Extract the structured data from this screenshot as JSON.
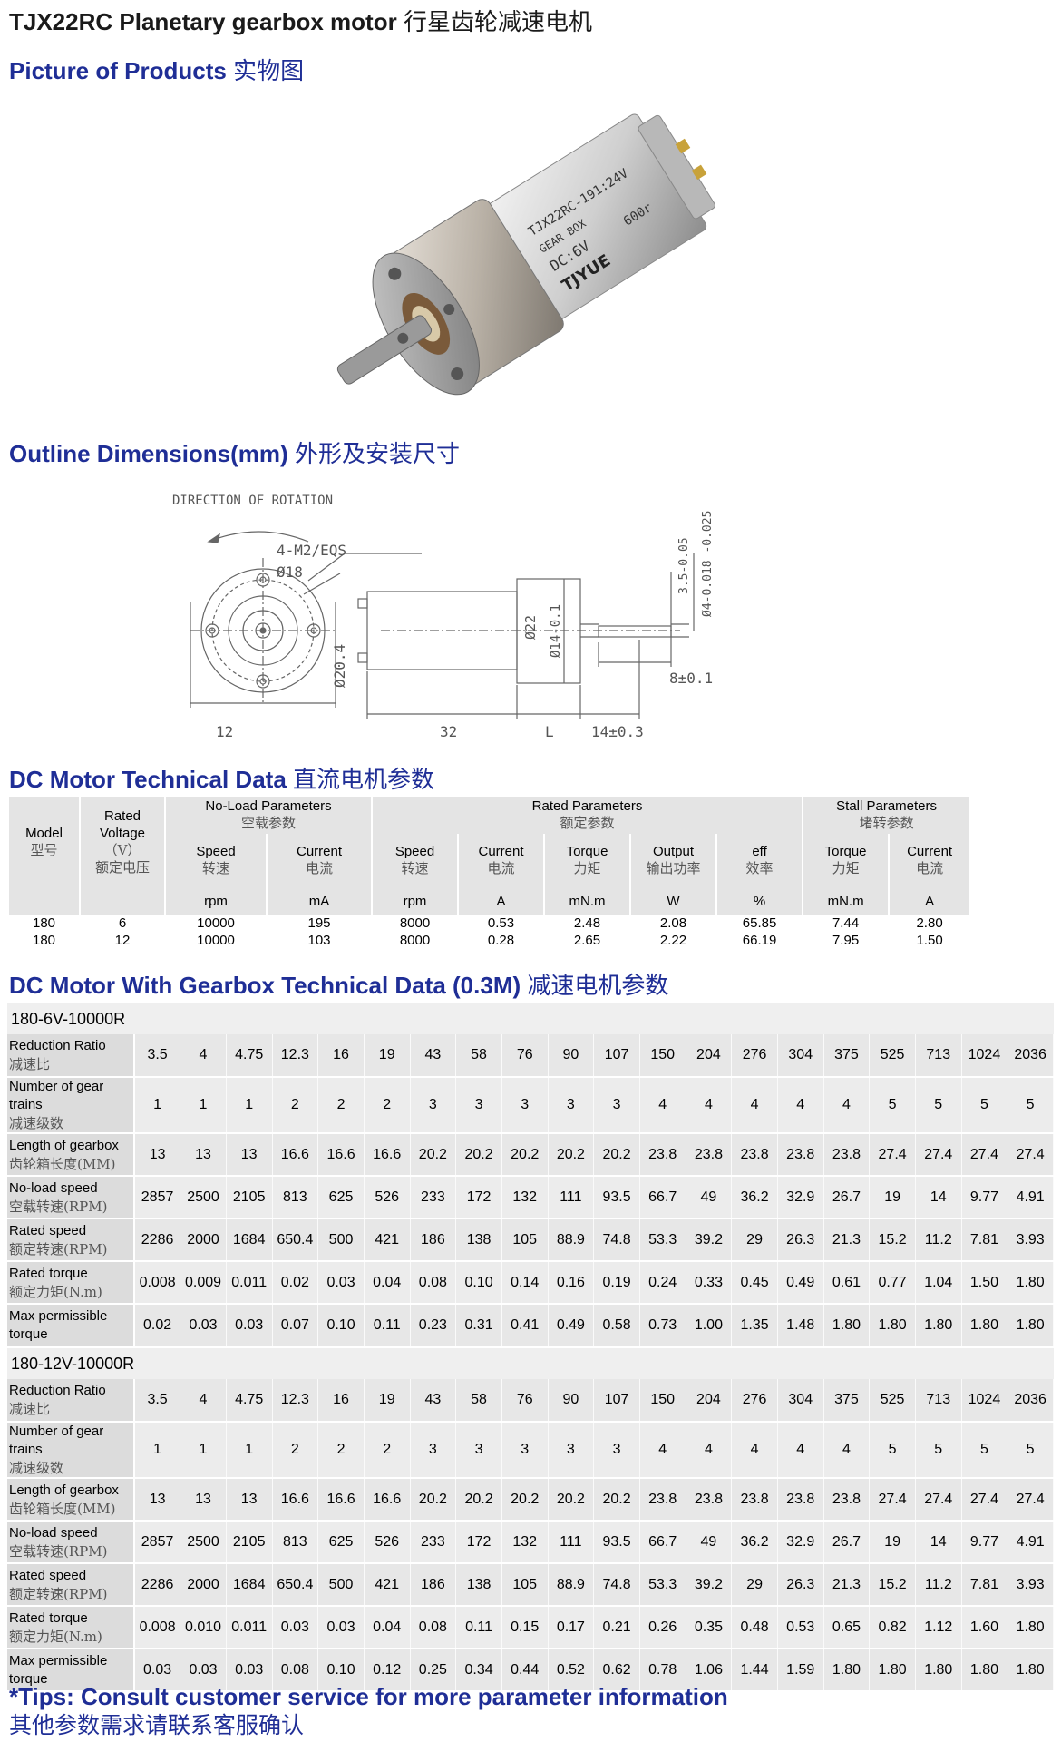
{
  "title": {
    "en": "TJX22RC Planetary gearbox motor",
    "cn": "行星齿轮减速电机"
  },
  "picture_heading": {
    "en": "Picture of Products",
    "cn": "实物图"
  },
  "product_label": {
    "brand": "TJYUE",
    "line1": "TJX22RC-191:24V",
    "line2": "GEAR BOX",
    "line3": "DC:6V",
    "line4": "600r"
  },
  "outline_heading": {
    "en": "Outline Dimensions(mm)",
    "cn": "外形及安装尺寸"
  },
  "drawing": {
    "rotation": "DIRECTION OF ROTATION",
    "holes": "4-M2/EQS",
    "d18": "Ø18",
    "d204": "Ø20.4",
    "d22": "Ø22",
    "d14": "Ø14-0.1",
    "d35": "3.5-0.05",
    "d4": "Ø4-0.018 -0.025",
    "l8": "8±0.1",
    "l12": "12",
    "l32": "32",
    "lL": "L",
    "l14": "14±0.3"
  },
  "dc_heading": {
    "en": "DC Motor Technical Data",
    "cn": "直流电机参数"
  },
  "dc_table": {
    "model": {
      "en": "Model",
      "cn": "型号"
    },
    "voltage": {
      "en1": "Rated",
      "en2": "Voltage",
      "unit": "（V）",
      "cn": "额定电压"
    },
    "noload": {
      "en": "No-Load Parameters",
      "cn": "空载参数"
    },
    "rated": {
      "en": "Rated Parameters",
      "cn": "额定参数"
    },
    "stall": {
      "en": "Stall Parameters",
      "cn": "堵转参数"
    },
    "cols": [
      {
        "en": "Speed",
        "cn": "转速",
        "unit": "rpm"
      },
      {
        "en": "Current",
        "cn": "电流",
        "unit": "mA"
      },
      {
        "en": "Speed",
        "cn": "转速",
        "unit": "rpm"
      },
      {
        "en": "Current",
        "cn": "电流",
        "unit": "A"
      },
      {
        "en": "Torque",
        "cn": "力矩",
        "unit": "mN.m"
      },
      {
        "en": "Output",
        "cn": "输出功率",
        "unit": "W"
      },
      {
        "en": "eff",
        "cn": "效率",
        "unit": "%"
      },
      {
        "en": "Torque",
        "cn": "力矩",
        "unit": "mN.m"
      },
      {
        "en": "Current",
        "cn": "电流",
        "unit": "A"
      }
    ],
    "rows": [
      [
        "180",
        "6",
        "10000",
        "195",
        "8000",
        "0.53",
        "2.48",
        "2.08",
        "65.85",
        "7.44",
        "2.80"
      ],
      [
        "180",
        "12",
        "10000",
        "103",
        "8000",
        "0.28",
        "2.65",
        "2.22",
        "66.19",
        "7.95",
        "1.50"
      ]
    ]
  },
  "gear_heading": {
    "en": "DC Motor With Gearbox Technical Data (0.3M)",
    "cn": "减速电机参数"
  },
  "gear_tables": [
    {
      "model": "180-6V-10000R",
      "rows": [
        {
          "en": "Reduction Ratio",
          "cn": "减速比",
          "values": [
            "3.5",
            "4",
            "4.75",
            "12.3",
            "16",
            "19",
            "43",
            "58",
            "76",
            "90",
            "107",
            "150",
            "204",
            "276",
            "304",
            "375",
            "525",
            "713",
            "1024",
            "2036"
          ]
        },
        {
          "en": "Number of gear trains",
          "cn": "减速级数",
          "values": [
            "1",
            "1",
            "1",
            "2",
            "2",
            "2",
            "3",
            "3",
            "3",
            "3",
            "3",
            "4",
            "4",
            "4",
            "4",
            "4",
            "5",
            "5",
            "5",
            "5"
          ]
        },
        {
          "en": "Length of gearbox",
          "cn": "齿轮箱长度(MM)",
          "values": [
            "13",
            "13",
            "13",
            "16.6",
            "16.6",
            "16.6",
            "20.2",
            "20.2",
            "20.2",
            "20.2",
            "20.2",
            "23.8",
            "23.8",
            "23.8",
            "23.8",
            "23.8",
            "27.4",
            "27.4",
            "27.4",
            "27.4"
          ]
        },
        {
          "en": "No-load speed",
          "cn": "空载转速(RPM)",
          "values": [
            "2857",
            "2500",
            "2105",
            "813",
            "625",
            "526",
            "233",
            "172",
            "132",
            "111",
            "93.5",
            "66.7",
            "49",
            "36.2",
            "32.9",
            "26.7",
            "19",
            "14",
            "9.77",
            "4.91"
          ]
        },
        {
          "en": "Rated speed",
          "cn": "额定转速(RPM)",
          "values": [
            "2286",
            "2000",
            "1684",
            "650.4",
            "500",
            "421",
            "186",
            "138",
            "105",
            "88.9",
            "74.8",
            "53.3",
            "39.2",
            "29",
            "26.3",
            "21.3",
            "15.2",
            "11.2",
            "7.81",
            "3.93"
          ]
        },
        {
          "en": "Rated torque",
          "cn": "额定力矩(N.m)",
          "values": [
            "0.008",
            "0.009",
            "0.011",
            "0.02",
            "0.03",
            "0.04",
            "0.08",
            "0.10",
            "0.14",
            "0.16",
            "0.19",
            "0.24",
            "0.33",
            "0.45",
            "0.49",
            "0.61",
            "0.77",
            "1.04",
            "1.50",
            "1.80"
          ]
        },
        {
          "en": "Max permissible",
          "cn": "torque",
          "values": [
            "0.02",
            "0.03",
            "0.03",
            "0.07",
            "0.10",
            "0.11",
            "0.23",
            "0.31",
            "0.41",
            "0.49",
            "0.58",
            "0.73",
            "1.00",
            "1.35",
            "1.48",
            "1.80",
            "1.80",
            "1.80",
            "1.80",
            "1.80"
          ]
        }
      ]
    },
    {
      "model": "180-12V-10000R",
      "rows": [
        {
          "en": "Reduction Ratio",
          "cn": "减速比",
          "values": [
            "3.5",
            "4",
            "4.75",
            "12.3",
            "16",
            "19",
            "43",
            "58",
            "76",
            "90",
            "107",
            "150",
            "204",
            "276",
            "304",
            "375",
            "525",
            "713",
            "1024",
            "2036"
          ]
        },
        {
          "en": "Number of gear trains",
          "cn": "减速级数",
          "values": [
            "1",
            "1",
            "1",
            "2",
            "2",
            "2",
            "3",
            "3",
            "3",
            "3",
            "3",
            "4",
            "4",
            "4",
            "4",
            "4",
            "5",
            "5",
            "5",
            "5"
          ]
        },
        {
          "en": "Length of gearbox",
          "cn": "齿轮箱长度(MM)",
          "values": [
            "13",
            "13",
            "13",
            "16.6",
            "16.6",
            "16.6",
            "20.2",
            "20.2",
            "20.2",
            "20.2",
            "20.2",
            "23.8",
            "23.8",
            "23.8",
            "23.8",
            "23.8",
            "27.4",
            "27.4",
            "27.4",
            "27.4"
          ]
        },
        {
          "en": "No-load speed",
          "cn": "空载转速(RPM)",
          "values": [
            "2857",
            "2500",
            "2105",
            "813",
            "625",
            "526",
            "233",
            "172",
            "132",
            "111",
            "93.5",
            "66.7",
            "49",
            "36.2",
            "32.9",
            "26.7",
            "19",
            "14",
            "9.77",
            "4.91"
          ]
        },
        {
          "en": "Rated speed",
          "cn": "额定转速(RPM)",
          "values": [
            "2286",
            "2000",
            "1684",
            "650.4",
            "500",
            "421",
            "186",
            "138",
            "105",
            "88.9",
            "74.8",
            "53.3",
            "39.2",
            "29",
            "26.3",
            "21.3",
            "15.2",
            "11.2",
            "7.81",
            "3.93"
          ]
        },
        {
          "en": "Rated torque",
          "cn": "额定力矩(N.m)",
          "values": [
            "0.008",
            "0.010",
            "0.011",
            "0.03",
            "0.03",
            "0.04",
            "0.08",
            "0.11",
            "0.15",
            "0.17",
            "0.21",
            "0.26",
            "0.35",
            "0.48",
            "0.53",
            "0.65",
            "0.82",
            "1.12",
            "1.60",
            "1.80"
          ]
        },
        {
          "en": "Max permissible",
          "cn": "torque",
          "values": [
            "0.03",
            "0.03",
            "0.03",
            "0.08",
            "0.10",
            "0.12",
            "0.25",
            "0.34",
            "0.44",
            "0.52",
            "0.62",
            "0.78",
            "1.06",
            "1.44",
            "1.59",
            "1.80",
            "1.80",
            "1.80",
            "1.80",
            "1.80"
          ]
        }
      ]
    }
  ],
  "tips": {
    "en": "*Tips: Consult customer service for more parameter information",
    "cn": "其他参数需求请联系客服确认"
  }
}
